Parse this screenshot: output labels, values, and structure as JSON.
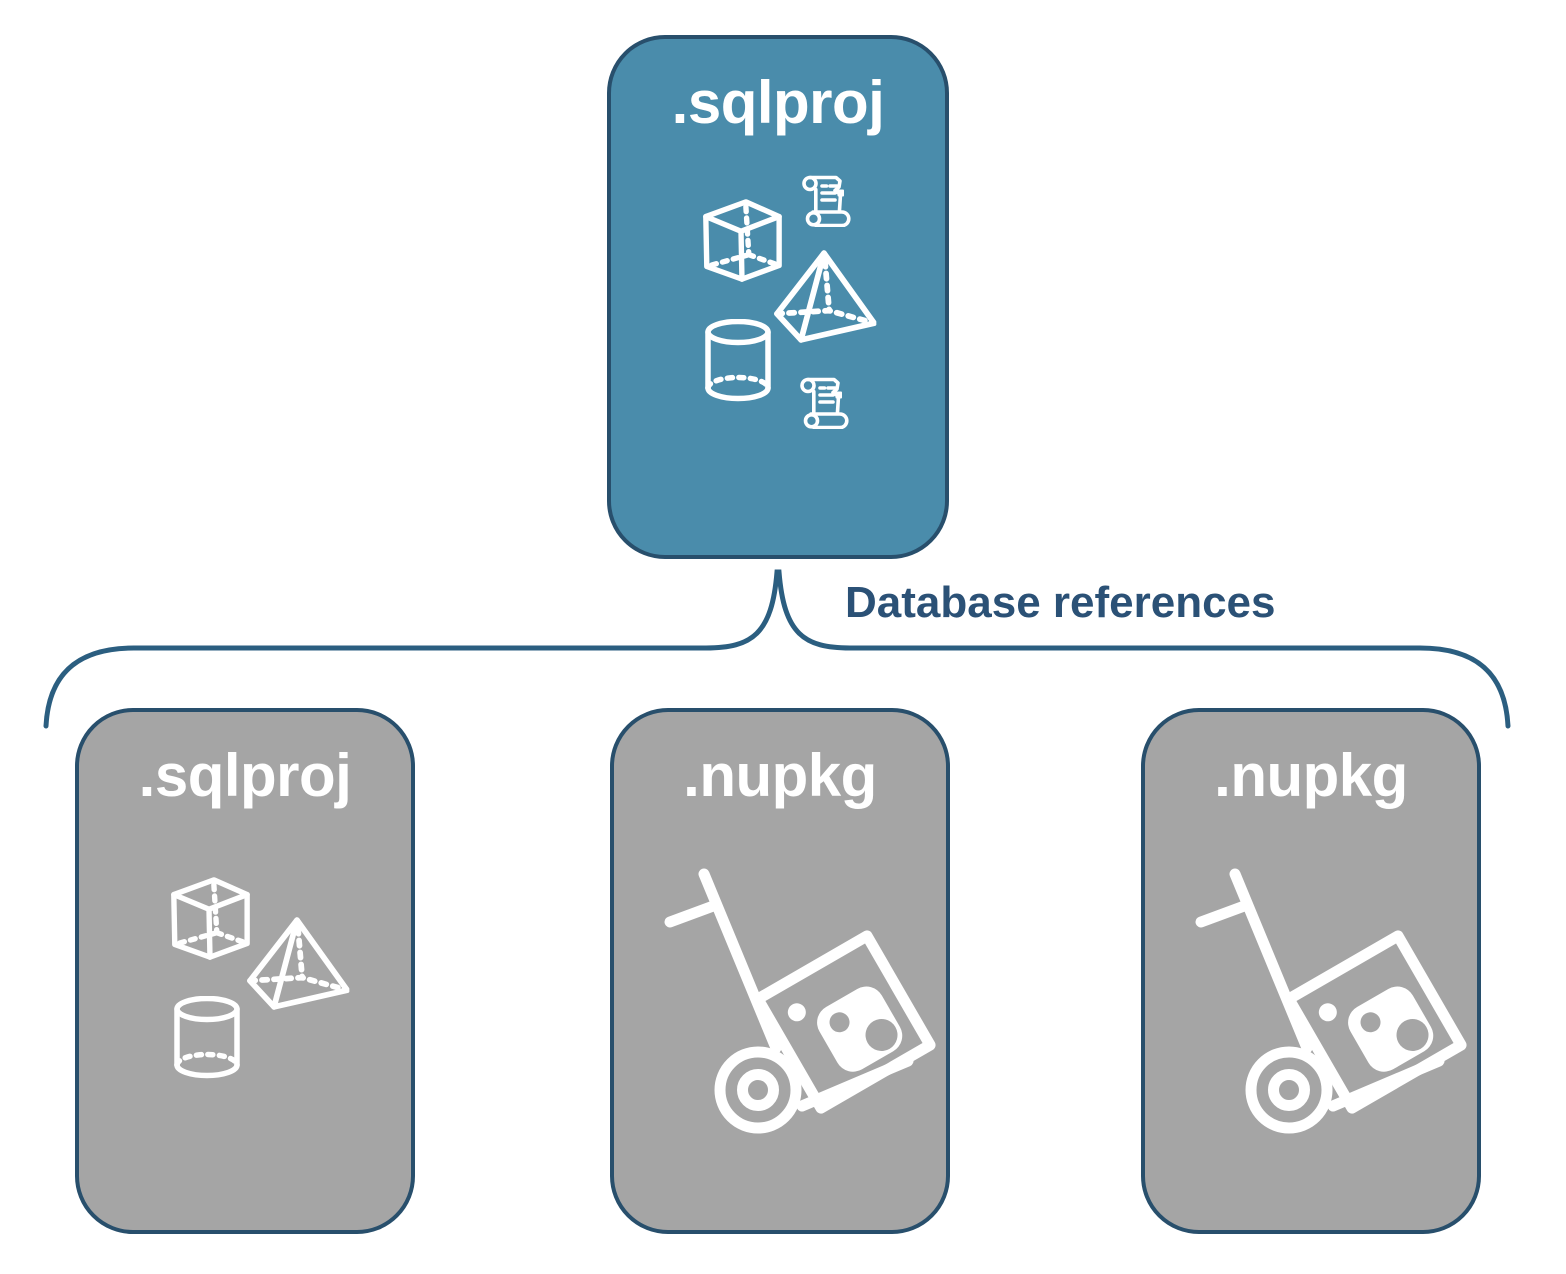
{
  "diagram": {
    "root_box": {
      "label": ".sqlproj",
      "icons": [
        "cube-icon",
        "scroll-icon",
        "pyramid-icon",
        "cylinder-icon",
        "scroll-icon"
      ]
    },
    "connector": {
      "label": "Database references"
    },
    "child_boxes": [
      {
        "label": ".sqlproj",
        "icons": [
          "cube-icon",
          "pyramid-icon",
          "cylinder-icon"
        ]
      },
      {
        "label": ".nupkg",
        "icons": [
          "package-hand-truck-icon"
        ]
      },
      {
        "label": ".nupkg",
        "icons": [
          "package-hand-truck-icon"
        ]
      }
    ],
    "colors": {
      "root_box_fill": "#4A8CAB",
      "child_box_fill": "#A5A5A5",
      "box_border": "#284F6C",
      "connector_line": "#2B5E80",
      "connector_label_text": "#2B5176",
      "icon_color": "#FFFFFF",
      "background": "#FFFFFF"
    }
  }
}
